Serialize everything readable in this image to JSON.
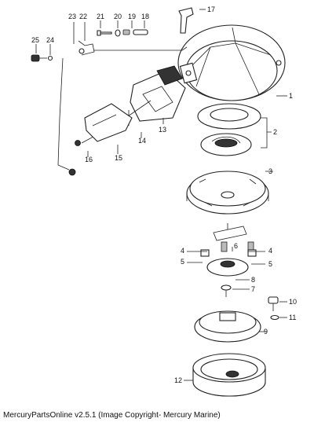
{
  "caption": "MercuryPartsOnline v2.5.1 (Image Copyright- Mercury Marine)",
  "callouts": [
    "1",
    "2",
    "3",
    "4",
    "4",
    "5",
    "5",
    "6",
    "7",
    "8",
    "9",
    "10",
    "11",
    "12",
    "13",
    "14",
    "15",
    "16",
    "17",
    "18",
    "19",
    "20",
    "21",
    "22",
    "23",
    "24",
    "25"
  ]
}
